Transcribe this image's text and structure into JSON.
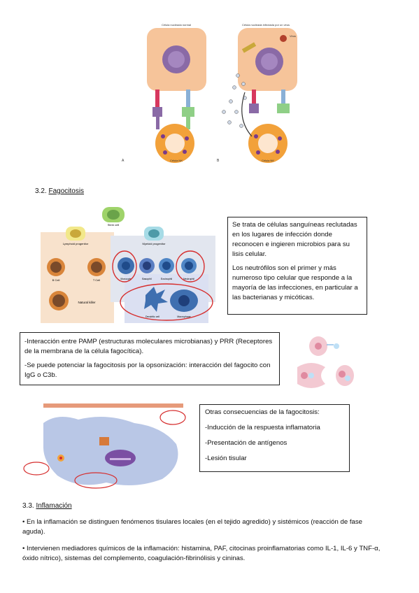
{
  "figure_nk": {
    "panel_a_label": "A",
    "panel_b_label": "B",
    "panel_a_title": "Célula nucleada normal",
    "panel_b_title": "Célula nucleada infectada por un virus",
    "panel_b_virus_label": "Virus",
    "panel_a_bottom": "Célula NK",
    "panel_b_bottom": "Célula NK"
  },
  "section_fagocitosis": {
    "number": "3.2.",
    "title": "Fagocitosis"
  },
  "figure_hematopoiesis": {
    "stem_cell": "Stem cell",
    "lymphoid": "Lymphoid progenitor",
    "myeloid": "Myeloid progenitor",
    "b_cell": "B Cell",
    "t_cell": "T Cell",
    "nk": "Natural killer",
    "monocyte": "Monocyte",
    "basophil": "Basophil",
    "eosinophil": "Eosinophil",
    "neutrophil": "Neutrophil",
    "dendritic": "Dendritic cell",
    "macrophage": "Macrophage"
  },
  "box_definition": {
    "p1": "Se trata de células sanguíneas reclutadas en los lugares de infección donde reconocen e ingieren microbios para su lisis celular.",
    "p2": "Los neutrófilos son el primer y más numeroso tipo celular que responde a la mayoría de las infecciones, en particular a las bacterianas y micóticas."
  },
  "box_pamp": {
    "p1": "-Interacción entre PAMP (estructuras moleculares microbianas) y PRR (Receptores de la membrana de la célula fagocítica).",
    "p2": "-Se puede potenciar la fagocitosis por la opsonización: interacción del fagocito con IgG o C3b."
  },
  "box_consequences": {
    "title": "Otras consecuencias de la fagocitosis:",
    "items": [
      "-Inducción de la respuesta inflamatoria",
      "-Presentación de antígenos",
      "-Lesión tisular"
    ]
  },
  "section_inflamacion": {
    "number": "3.3.",
    "title": "Inflamación"
  },
  "bullets": [
    "• En la inflamación se distinguen fenómenos tisulares locales (en el tejido agredido) y sistémicos (reacción de fase aguda).",
    "• Intervienen mediadores químicos de la inflamación: histamina, PAF, citocinas proinflamatorias como IL-1, IL-6 y TNF-α, óxido nítrico), sistemas del complemento, coagulación-fibrinólisis y cininas."
  ]
}
